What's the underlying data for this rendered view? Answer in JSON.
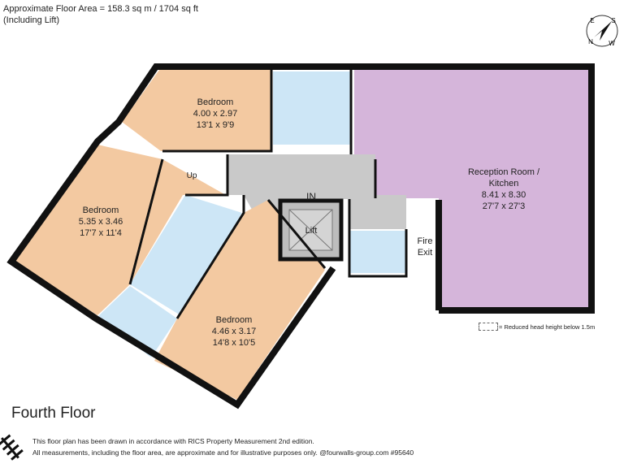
{
  "header": {
    "area_line": "Approximate Floor Area = 158.3 sq m / 1704 sq ft",
    "area_note": "(Including Lift)"
  },
  "rooms": {
    "bedroom_top": {
      "name": "Bedroom",
      "metric": "4.00 x 2.97",
      "imperial": "13'1 x 9'9"
    },
    "bedroom_left": {
      "name": "Bedroom",
      "metric": "5.35 x 3.46",
      "imperial": "17'7 x 11'4"
    },
    "bedroom_bottom": {
      "name": "Bedroom",
      "metric": "4.46 x 3.17",
      "imperial": "14'8 x 10'5"
    },
    "reception": {
      "name_line1": "Reception Room /",
      "name_line2": "Kitchen",
      "metric": "8.41 x 8.30",
      "imperial": "27'7 x 27'3"
    },
    "lift": "Lift",
    "entrance": "IN",
    "stairs": "Up",
    "fire_exit_1": "Fire",
    "fire_exit_2": "Exit"
  },
  "compass": {
    "n": "N",
    "s": "S",
    "e": "E",
    "w": "W"
  },
  "legend": {
    "text": "= Reduced head height below 1.5m"
  },
  "floor_label": "Fourth Floor",
  "notes": {
    "line1": "This floor plan has been drawn in accordance with RICS Property Measurement 2nd edition.",
    "line2": "All measurements, including the floor area, are approximate and for illustrative purposes only. @fourwalls-group.com #95640"
  },
  "colors": {
    "bedroom": "#f3c9a1",
    "bathroom": "#cde6f6",
    "reception": "#d5b5da",
    "hall": "#c9c9c9",
    "wall": "#111111"
  }
}
